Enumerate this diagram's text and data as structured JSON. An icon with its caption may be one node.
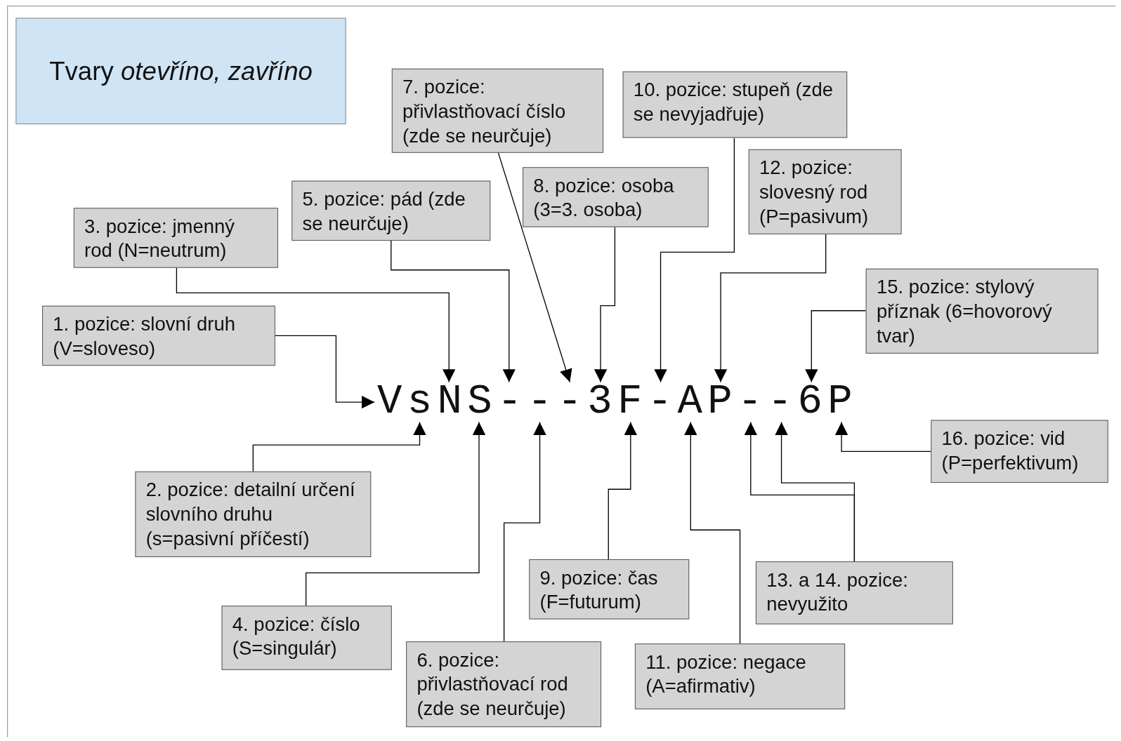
{
  "diagram": {
    "nodes": [
      {
        "text": [
          "Tvary *otevříno, zavříno*"
        ]
      },
      {
        "text": [
          "7. pozice: přivlastňovací číslo (zde se neurčuje)"
        ]
      },
      {
        "text": [
          "10. pozice: stupeň (zde se nevyjadřuje)"
        ]
      },
      {
        "text": [
          "12. pozice: slovesný rod (P=pasivum)"
        ]
      },
      {
        "text": [
          "8. pozice: osoba (3=3. osoba)"
        ]
      },
      {
        "text": [
          "5. pozice: pád (zde se neurčuje)"
        ]
      },
      {
        "text": [
          "3. pozice: jmenný rod (N=neutrum)"
        ]
      },
      {
        "text": [
          "15. pozice: stylový příznak (6=hovorový tvar)"
        ]
      },
      {
        "text": [
          "1. pozice: slovní druh (V=sloveso)"
        ]
      },
      {
        "text": [
          "V"
        ]
      },
      {
        "text": [
          "s"
        ]
      },
      {
        "text": [
          "N"
        ]
      },
      {
        "text": [
          "S"
        ]
      },
      {
        "text": [
          "-"
        ]
      },
      {
        "text": [
          "-"
        ]
      },
      {
        "text": [
          "-"
        ]
      },
      {
        "text": [
          "3"
        ]
      },
      {
        "text": [
          "F"
        ]
      },
      {
        "text": [
          "-"
        ]
      },
      {
        "text": [
          "A"
        ]
      },
      {
        "text": [
          "P"
        ]
      },
      {
        "text": [
          "-"
        ]
      },
      {
        "text": [
          "-"
        ]
      },
      {
        "text": [
          "6"
        ]
      },
      {
        "text": [
          "P"
        ]
      },
      {
        "text": [
          "16. pozice: vid (P=perfektivum)"
        ]
      },
      {
        "text": [
          "2. pozice: detailní určení slovního druhu (s=pasivní příčestí)"
        ]
      },
      {
        "text": [
          "9. pozice: čas (F=futurum)"
        ]
      },
      {
        "text": [
          "13. a 14. pozice: nevyužito"
        ]
      },
      {
        "text": [
          "4. pozice: číslo (S=singulár)"
        ]
      },
      {
        "text": [
          "6. pozice: přivlastňovací rod (zde se neurčuje)"
        ]
      },
      {
        "text": [
          "11. pozice: negace (A=afirmativ)"
        ]
      }
    ],
    "edges": [
      {
        "from": 8,
        "to": 9,
        "arrow": "to"
      },
      {
        "from": 26,
        "to": 10,
        "arrow": "to"
      },
      {
        "from": 6,
        "to": 11,
        "arrow": "to"
      },
      {
        "from": 29,
        "to": 12,
        "arrow": "to"
      },
      {
        "from": 5,
        "to": 13,
        "arrow": "to"
      },
      {
        "from": 30,
        "to": 14,
        "arrow": "to"
      },
      {
        "from": 1,
        "to": 15,
        "arrow": "to"
      },
      {
        "from": 4,
        "to": 16,
        "arrow": "to"
      },
      {
        "from": 27,
        "to": 17,
        "arrow": "to"
      },
      {
        "from": 2,
        "to": 18,
        "arrow": "to"
      },
      {
        "from": 31,
        "to": 19,
        "arrow": "to"
      },
      {
        "from": 3,
        "to": 20,
        "arrow": "to"
      },
      {
        "from": 28,
        "to": 21,
        "arrow": "to"
      },
      {
        "from": 28,
        "to": 22,
        "arrow": "to"
      },
      {
        "from": 7,
        "to": 23,
        "arrow": "to"
      },
      {
        "from": 25,
        "to": 24,
        "arrow": "to"
      }
    ]
  }
}
